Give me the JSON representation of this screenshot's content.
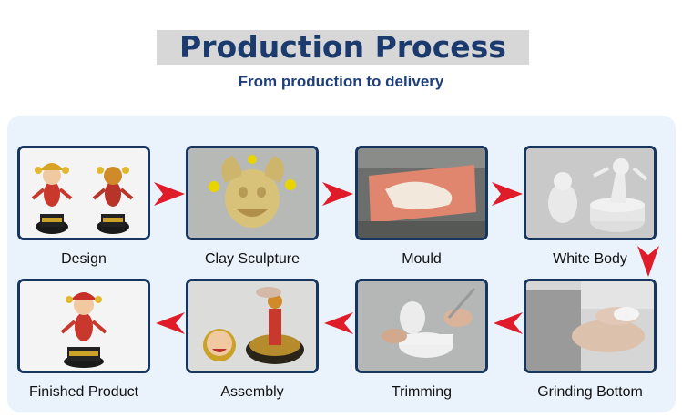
{
  "header": {
    "title": "Production Process",
    "subtitle": "From production to delivery"
  },
  "steps": [
    {
      "label": "Design"
    },
    {
      "label": "Clay Sculpture"
    },
    {
      "label": "Mould"
    },
    {
      "label": "White Body"
    },
    {
      "label": "Grinding Bottom"
    },
    {
      "label": "Trimming"
    },
    {
      "label": "Assembly"
    },
    {
      "label": "Finished Product"
    }
  ],
  "colors": {
    "title": "#1b3a6e",
    "card_border": "#16355f",
    "arrow": "#e01b2a",
    "panel": "#eaf2fb"
  }
}
